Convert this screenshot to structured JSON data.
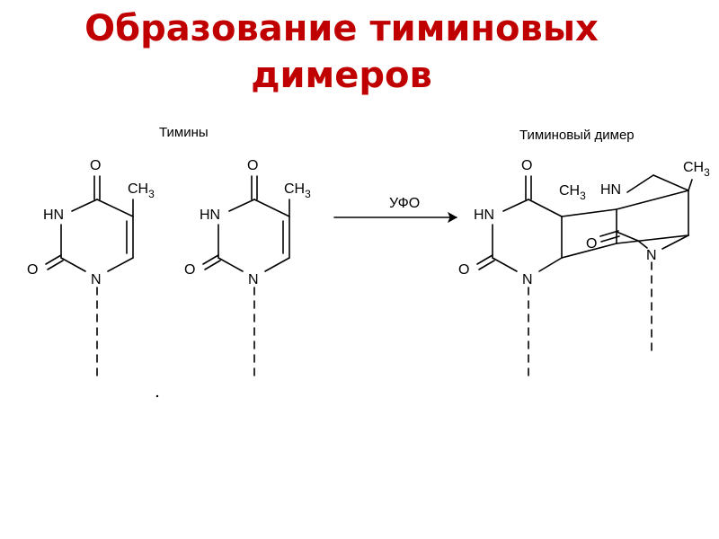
{
  "slide": {
    "title_line1": "Образование тиминовых",
    "title_line2": "димеров",
    "title_color": "#c00000"
  },
  "diagram": {
    "label_thymines": "Тимины",
    "label_dimer": "Тиминовый димер",
    "arrow_label": "УФО",
    "atoms": {
      "oxygen": "O",
      "nh": "HN",
      "nitrogen": "N",
      "methyl": "CH",
      "methyl_subscript": "3"
    }
  }
}
